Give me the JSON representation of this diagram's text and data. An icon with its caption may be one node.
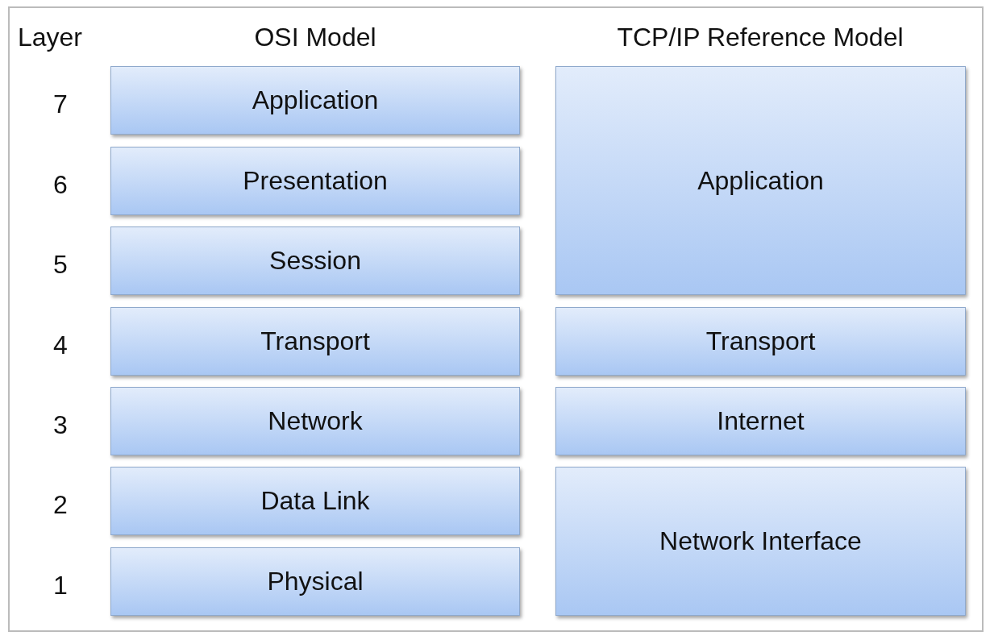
{
  "diagram": {
    "nodes": [
      {
        "text": [
          "Application"
        ]
      },
      {
        "text": [
          "Application"
        ]
      },
      {
        "text": [
          "Presentation"
        ]
      },
      {
        "text": [
          "Session"
        ]
      },
      {
        "text": [
          "Transport"
        ]
      },
      {
        "text": [
          "Transport"
        ]
      },
      {
        "text": [
          "Network"
        ]
      },
      {
        "text": [
          "Internet"
        ]
      },
      {
        "text": [
          "Data Link"
        ]
      },
      {
        "text": [
          "Network Interface"
        ]
      },
      {
        "text": [
          "Physical"
        ]
      }
    ],
    "labels": [
      "Layer",
      "OSI Model",
      "TCP/IP Reference Model",
      "7",
      "6",
      "5",
      "4",
      "3",
      "2",
      "1"
    ]
  }
}
